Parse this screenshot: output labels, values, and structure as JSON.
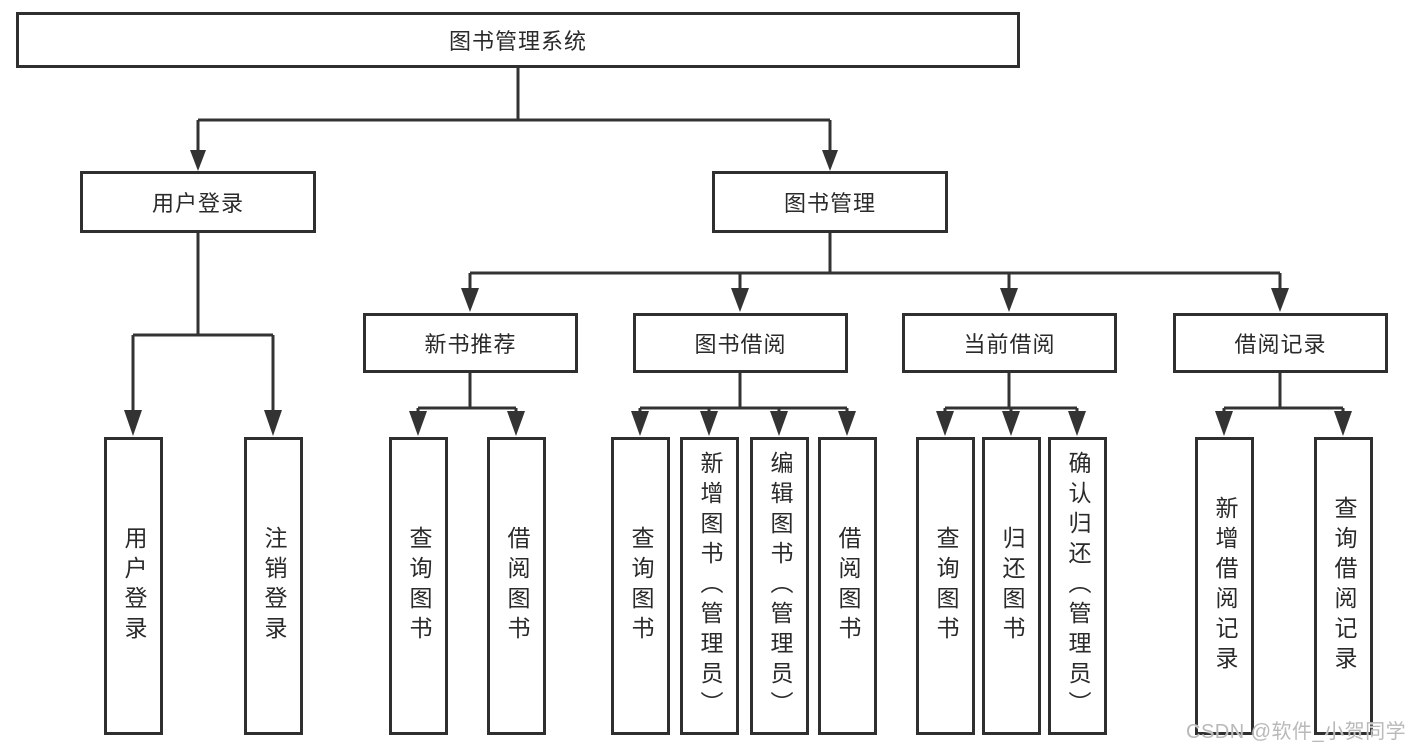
{
  "nodes": {
    "root": "图书管理系统",
    "level2": [
      "用户登录",
      "图书管理"
    ],
    "level3": [
      "新书推荐",
      "图书借阅",
      "当前借阅",
      "借阅记录"
    ],
    "leaves": [
      "用户登录",
      "注销登录",
      "查询图书",
      "借阅图书",
      "查询图书",
      "新增图书（管理员）",
      "编辑图书（管理员）",
      "借阅图书",
      "查询图书",
      "归还图书",
      "确认归还（管理员）",
      "新增借阅记录",
      "查询借阅记录"
    ]
  },
  "edges": [
    {
      "from": "图书管理系统",
      "to": [
        "用户登录",
        "图书管理"
      ]
    },
    {
      "from": "用户登录",
      "to": [
        "用户登录",
        "注销登录"
      ]
    },
    {
      "from": "图书管理",
      "to": [
        "新书推荐",
        "图书借阅",
        "当前借阅",
        "借阅记录"
      ]
    },
    {
      "from": "新书推荐",
      "to": [
        "查询图书",
        "借阅图书"
      ]
    },
    {
      "from": "图书借阅",
      "to": [
        "查询图书",
        "新增图书（管理员）",
        "编辑图书（管理员）",
        "借阅图书"
      ]
    },
    {
      "from": "当前借阅",
      "to": [
        "查询图书",
        "归还图书",
        "确认归还（管理员）"
      ]
    },
    {
      "from": "借阅记录",
      "to": [
        "新增借阅记录",
        "查询借阅记录"
      ]
    }
  ],
  "watermark": {
    "text": "CSDN @软件_小贺同学"
  },
  "colors": {
    "line": "#333333",
    "box_border": "#2f2f2f",
    "text": "#2a2a2a",
    "background": "#ffffff",
    "watermark": "#b9b9b9"
  }
}
